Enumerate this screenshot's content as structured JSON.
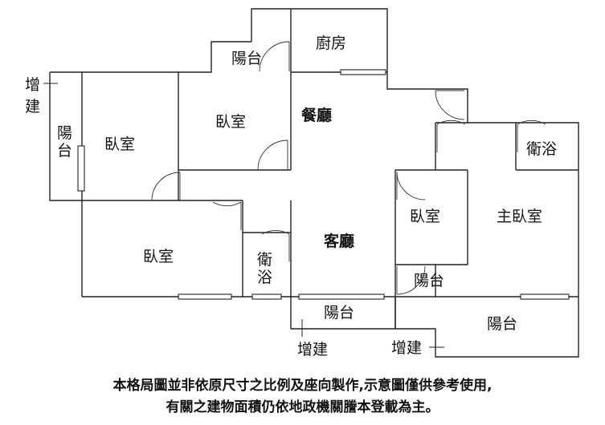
{
  "rooms": {
    "balcony_top": "陽台",
    "kitchen": "廚房",
    "dining": "餐廳",
    "bedroom_mid": "臥室",
    "bedroom_left": "臥室",
    "balcony_left_1": "陽",
    "balcony_left_2": "台",
    "bedroom_lower": "臥室",
    "bath_left_1": "衛",
    "bath_left_2": "浴",
    "living": "客廳",
    "bedroom_right": "臥室",
    "master_bedroom": "主臥室",
    "bath_right": "衛浴",
    "balcony_mid": "陽台",
    "balcony_bottom": "陽台",
    "balcony_right": "陽台"
  },
  "annotations": {
    "extension_topleft_1": "增",
    "extension_topleft_2": "建",
    "extension_bottom_mid": "增建",
    "extension_bottom_right": "增建"
  },
  "notes": {
    "line1": "本格局圖並非依原尺寸之比例及座向製作,示意圖僅供參考使用,",
    "line2": "有關之建物面積仍依地政機關謄本登載為主。"
  }
}
